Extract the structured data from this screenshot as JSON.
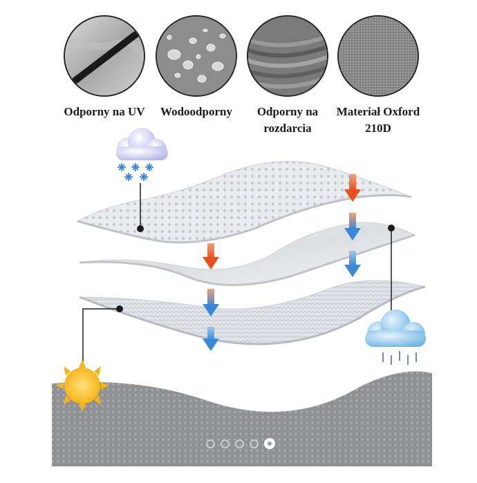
{
  "features": [
    {
      "label": "Odporny na UV",
      "icon": "uv-fabric-swatch"
    },
    {
      "label": "Wodoodporny",
      "icon": "water-droplets-swatch"
    },
    {
      "label": "Odporny na\nrozdarcia",
      "icon": "tear-resistant-swatch"
    },
    {
      "label": "Materiał Oxford\n210D",
      "icon": "oxford-weave-swatch"
    }
  ],
  "colors": {
    "arrow_top": "#e8501f",
    "arrow_bottom": "#3a86d8",
    "cloud_blue": "#7fc0e8",
    "sun": "#f6b51c",
    "ground": "#8e9094"
  },
  "carousel": {
    "total": 5,
    "active": 5
  }
}
